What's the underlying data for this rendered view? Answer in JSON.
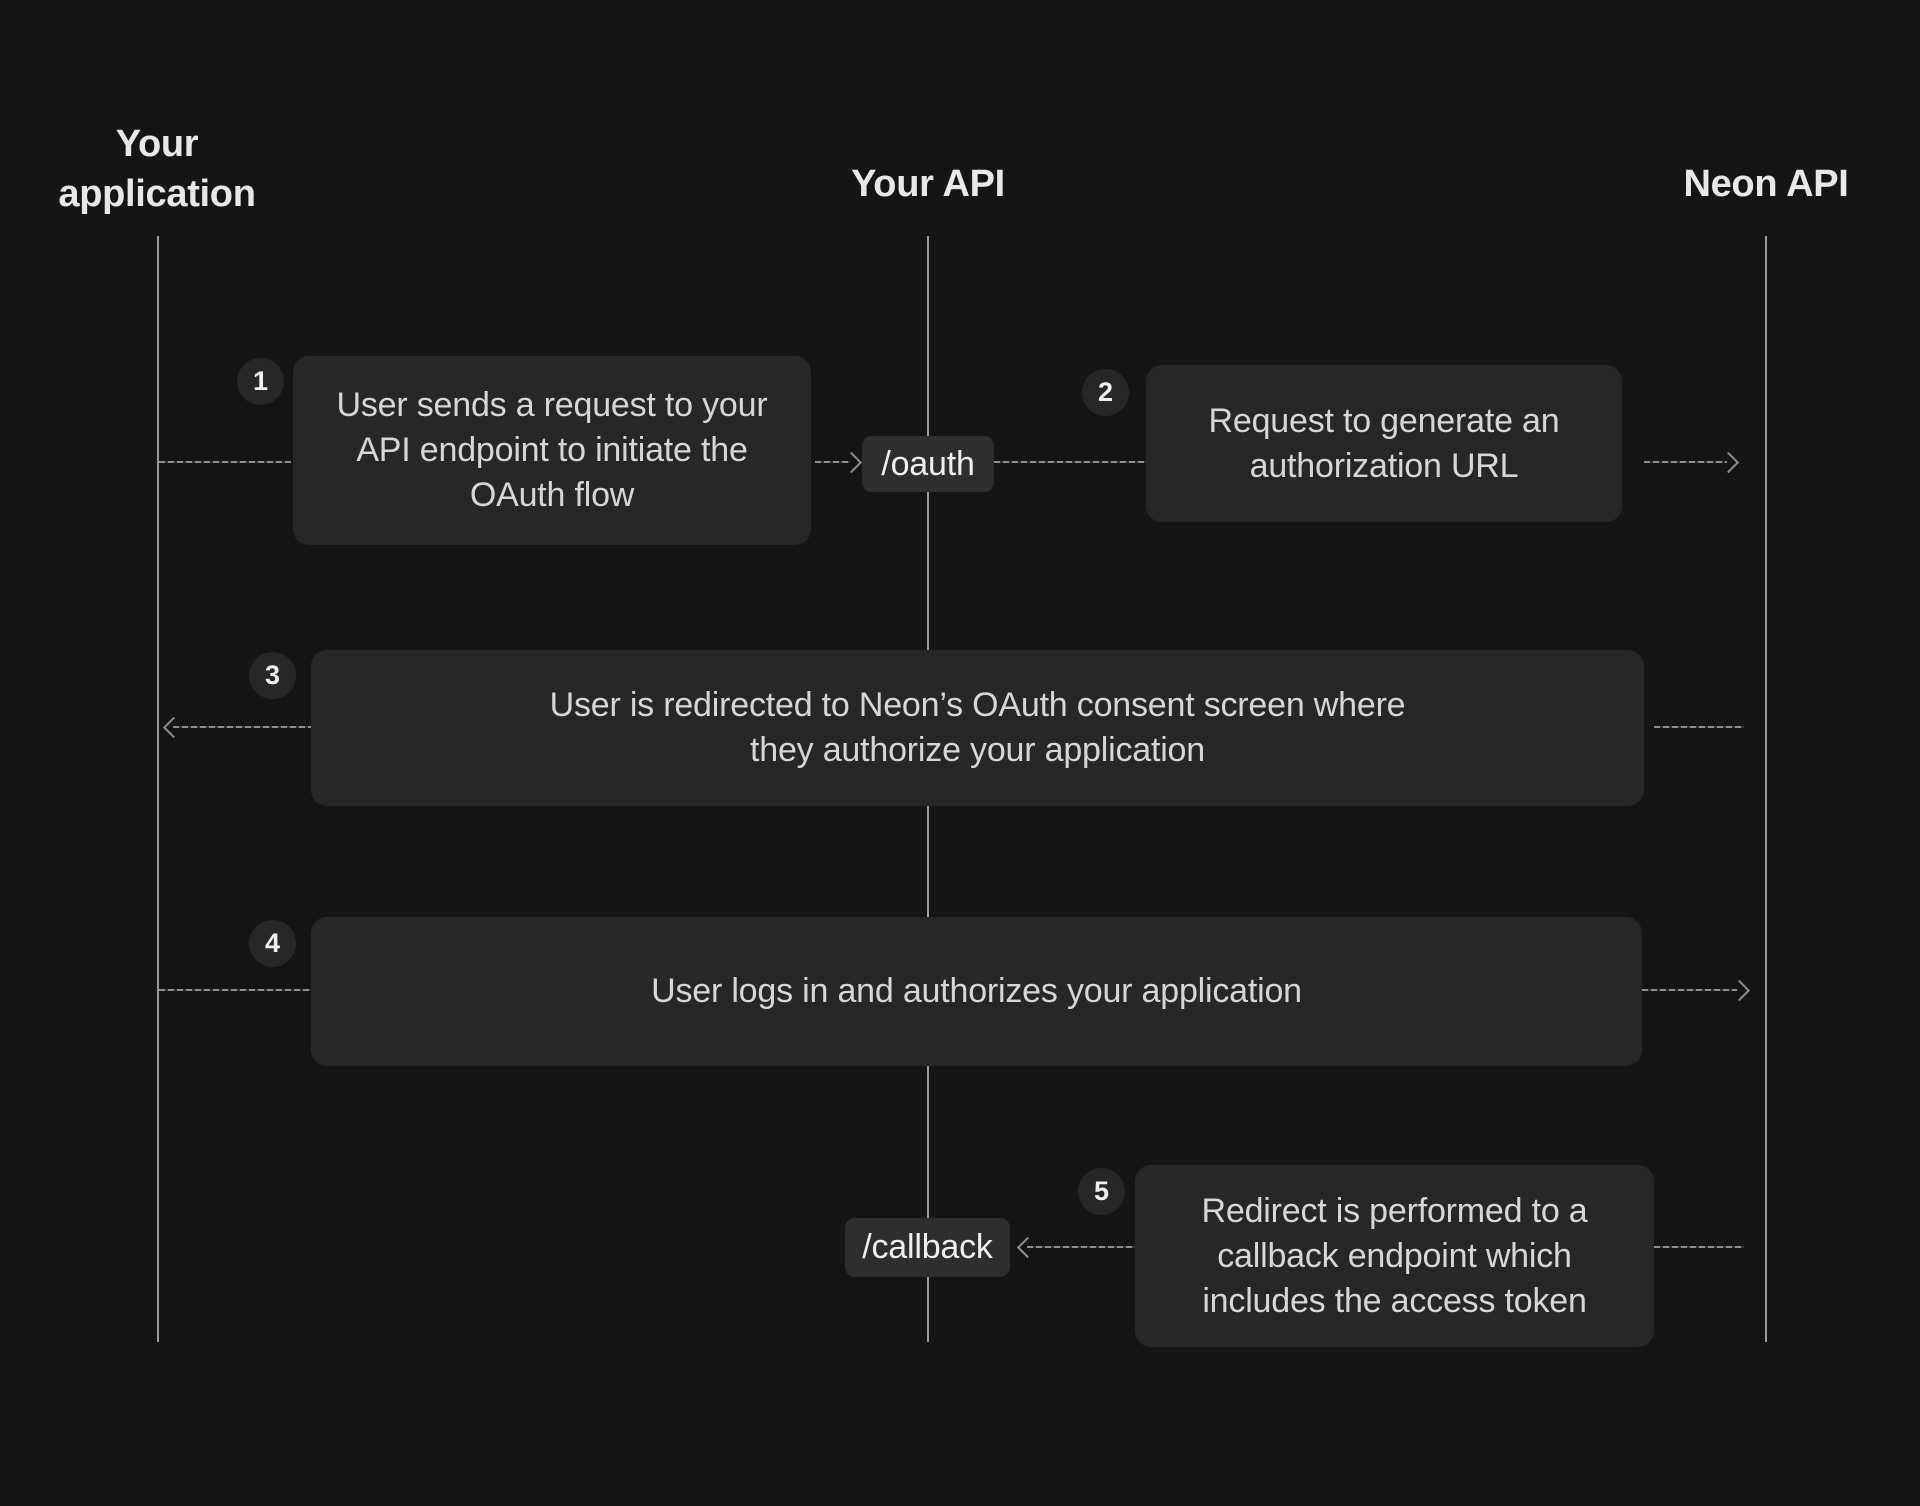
{
  "colors": {
    "background": "#151515",
    "message_box": "#272727",
    "endpoint_pill": "#2e2e2e",
    "step_circle": "#272727",
    "connector_line": "#8e8e8e",
    "lifeline": "#9a9a9a",
    "heading_text": "#e8e8e8",
    "body_text": "#d6d6d6"
  },
  "actors": [
    {
      "label": "Your application"
    },
    {
      "label": "Your API"
    },
    {
      "label": "Neon API"
    }
  ],
  "endpoints": [
    {
      "label": "/oauth"
    },
    {
      "label": "/callback"
    }
  ],
  "steps": [
    {
      "number": "1",
      "lines": [
        "User sends a request to your",
        "API endpoint to initiate the",
        "OAuth flow"
      ]
    },
    {
      "number": "2",
      "lines": [
        "Request to generate an",
        "authorization URL"
      ]
    },
    {
      "number": "3",
      "lines": [
        "User is redirected to Neon’s OAuth consent screen where",
        "they authorize your application"
      ]
    },
    {
      "number": "4",
      "lines": [
        "User logs in and authorizes your application"
      ]
    },
    {
      "number": "5",
      "lines": [
        "Redirect is performed to a",
        "callback endpoint which",
        "includes the access token"
      ]
    }
  ]
}
